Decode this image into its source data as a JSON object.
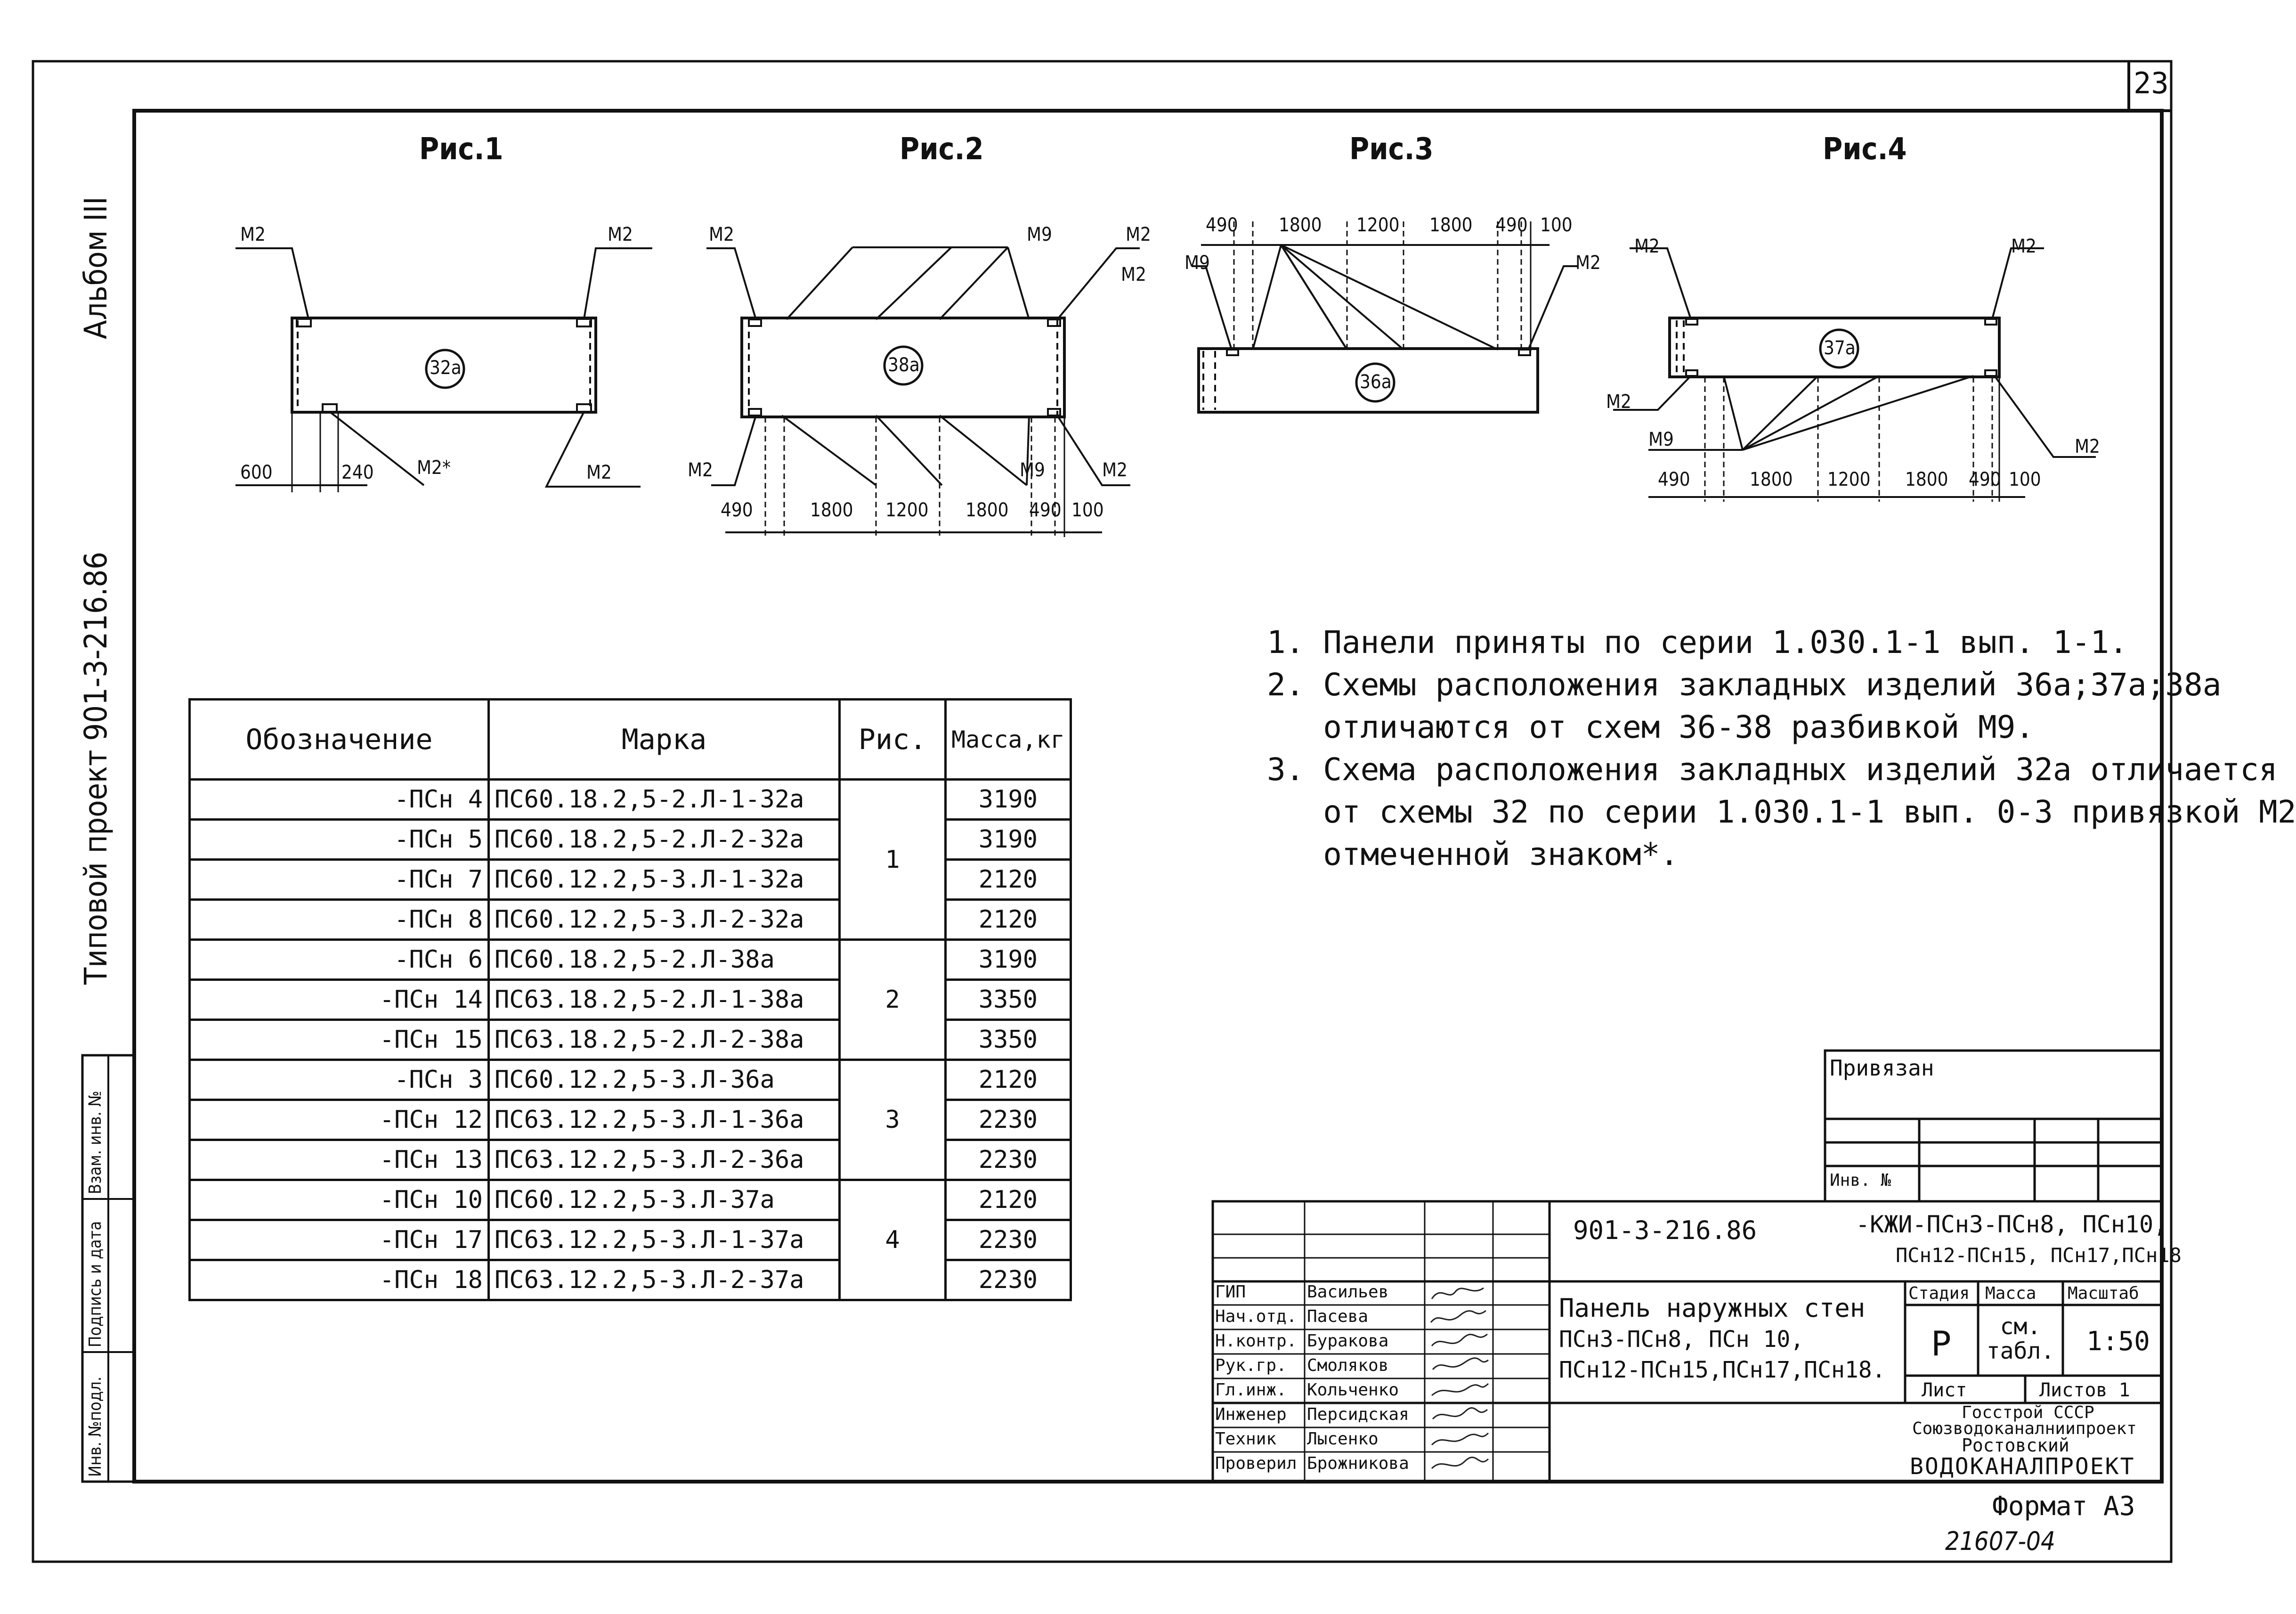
{
  "sheet_number": "23",
  "side": {
    "album": "Альбом III",
    "project": "Типовой проект 901-3-216.86",
    "boxes": [
      "Инв. №подл.",
      "Подпись и дата",
      "Взам. инв. №"
    ]
  },
  "figures": [
    {
      "title": "Рис.1",
      "mark": "32а",
      "labels": {
        "tl": "М2",
        "tr": "М2",
        "br": "М2",
        "bm": "М2*"
      },
      "dims": [
        "600",
        "240"
      ]
    },
    {
      "title": "Рис.2",
      "mark": "38а",
      "labels": {
        "tl": "М2",
        "m9top": "М9",
        "tr": "М2",
        "bl": "М2",
        "m9bot": "М9",
        "br": "М2"
      },
      "dims": [
        "490",
        "1800",
        "1200",
        "1800",
        "490",
        "100"
      ]
    },
    {
      "title": "Рис.3",
      "mark": "36а",
      "labels": {
        "m2l": "М2",
        "m9": "М9",
        "m2r": "М2"
      },
      "dims": [
        "490",
        "1800",
        "1200",
        "1800",
        "490",
        "100"
      ]
    },
    {
      "title": "Рис.4",
      "mark": "37а",
      "labels": {
        "tl": "М2",
        "tr": "М2",
        "bl": "М2",
        "m9": "М9",
        "br": "М2"
      },
      "dims": [
        "490",
        "1800",
        "1200",
        "1800",
        "490",
        "100"
      ]
    }
  ],
  "notes": [
    "1. Панели приняты по серии 1.030.1-1 вып. 1-1.",
    "2. Схемы расположения закладных изделий 36а;37а;38а",
    "   отличаются от схем 36-38 разбивкой М9.",
    "3. Схема расположения закладных изделий 32а отличается",
    "   от схемы 32 по серии 1.030.1-1 вып. 0-3 привязкой М2",
    "   отмеченной знаком*."
  ],
  "table": {
    "headers": [
      "Обозначение",
      "Марка",
      "Рис.",
      "Масса,кг"
    ],
    "rows": [
      [
        "-ПСн 4",
        "ПС60.18.2,5-2.Л-1-32а",
        "3190"
      ],
      [
        "-ПСн 5",
        "ПС60.18.2,5-2.Л-2-32а",
        "3190"
      ],
      [
        "-ПСн 7",
        "ПС60.12.2,5-3.Л-1-32а",
        "2120"
      ],
      [
        "-ПСн 8",
        "ПС60.12.2,5-3.Л-2-32а",
        "2120"
      ],
      [
        "-ПСн 6",
        "ПС60.18.2,5-2.Л-38а",
        "3190"
      ],
      [
        "-ПСн 14",
        "ПС63.18.2,5-2.Л-1-38а",
        "3350"
      ],
      [
        "-ПСн 15",
        "ПС63.18.2,5-2.Л-2-38а",
        "3350"
      ],
      [
        "-ПСн 3",
        "ПС60.12.2,5-3.Л-36а",
        "2120"
      ],
      [
        "-ПСн 12",
        "ПС63.12.2,5-3.Л-1-36а",
        "2230"
      ],
      [
        "-ПСн 13",
        "ПС63.12.2,5-3.Л-2-36а",
        "2230"
      ],
      [
        "-ПСн 10",
        "ПС60.12.2,5-3.Л-37а",
        "2120"
      ],
      [
        "-ПСн 17",
        "ПС63.12.2,5-3.Л-1-37а",
        "2230"
      ],
      [
        "-ПСн 18",
        "ПС63.12.2,5-3.Л-2-37а",
        "2230"
      ]
    ],
    "groups": [
      "1",
      "2",
      "3",
      "4"
    ]
  },
  "stamp": {
    "privyazan": "Привязан",
    "inv": "Инв. №",
    "code": "901-3-216.86",
    "doc_line1": "-КЖИ-ПСн3-ПСн8, ПСн10,",
    "doc_line2": "ПСн12-ПСн15, ПСн17,ПСн18",
    "title_line1": "Панель наружных стен",
    "title_line2": "ПСн3-ПСн8, ПСн 10,",
    "title_line3": "ПСн12-ПСн15,ПСн17,ПСн18.",
    "stage_label": "Стадия",
    "mass_label": "Масса",
    "scale_label": "Масштаб",
    "stage": "Р",
    "mass": "см. табл.",
    "scale": "1:50",
    "sheet_label": "Лист",
    "sheets_label": "Листов 1",
    "org1": "Госстрой СССР",
    "org2": "Союзводоканалниипроект",
    "org3": "Ростовский",
    "org4": "ВОДОКАНАЛПРОЕКТ",
    "roles": [
      {
        "role": "ГИП",
        "name": "Васильев"
      },
      {
        "role": "Нач.отд.",
        "name": "Пасева"
      },
      {
        "role": "Н.контр.",
        "name": "Буракова"
      },
      {
        "role": "Рук.гр.",
        "name": "Смоляков"
      },
      {
        "role": "Гл.инж.",
        "name": "Кольченко"
      },
      {
        "role": "Инженер",
        "name": "Персидская"
      },
      {
        "role": "Техник",
        "name": "Лысенко"
      },
      {
        "role": "Проверил",
        "name": "Брожникова"
      }
    ]
  },
  "format": "Формат А3",
  "archive_no": "21607-04"
}
